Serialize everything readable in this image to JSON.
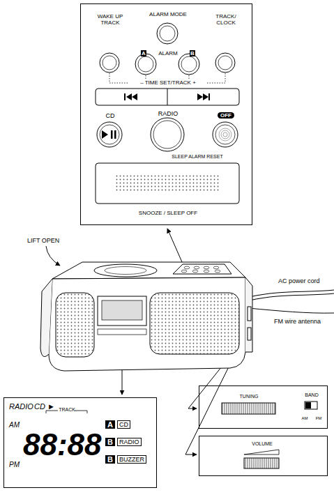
{
  "diagram": {
    "nodes": [
      {
        "text": [
          "ALARM",
          "– TIME SET/TRACK +",
          "SLEEP ALARM RESET"
        ]
      },
      {
        "text": [
          "ALARM MODE"
        ],
        "in": 0
      },
      {
        "text": [
          "WAKE UP TRACK"
        ],
        "in": 0
      },
      {
        "text": [
          "A"
        ],
        "in": 0
      },
      {
        "text": [
          "B"
        ],
        "in": 0
      },
      {
        "text": [
          "TRACK/ CLOCK"
        ],
        "in": 0
      },
      {
        "text": [
          "CD"
        ],
        "in": 0
      },
      {
        "text": [
          "RADIO"
        ],
        "in": 0
      },
      {
        "text": [
          "OFF"
        ],
        "in": 0
      },
      {
        "text": [
          "SNOOZE / SLEEP OFF"
        ],
        "in": 0
      },
      {
        "text": [
          "RADIO",
          "CD ►",
          "TRACK",
          "AM",
          "PM",
          "88:88"
        ]
      },
      {
        "text": [
          "A",
          "CD"
        ],
        "in": 10
      },
      {
        "text": [
          "B",
          "RADIO"
        ],
        "in": 10
      },
      {
        "text": [
          "B",
          "BUZZER"
        ],
        "in": 10
      },
      {
        "text": [
          "TUNING",
          "BAND",
          "AM",
          "FM"
        ]
      },
      {
        "text": [
          "VOLUME"
        ]
      }
    ],
    "labels": [
      "LIFT OPEN",
      "AC power cord",
      "FM wire antenna"
    ]
  }
}
